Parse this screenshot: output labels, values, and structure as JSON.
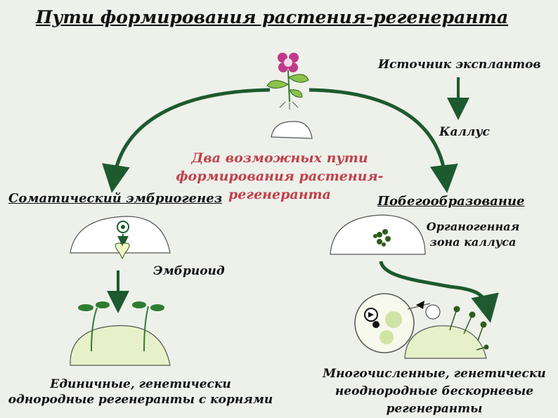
{
  "title": "Пути формирования  растения-регенеранта",
  "explant_source": "Источник эксплантов",
  "callus": "Каллус",
  "center_note": "Два возможных пути формирования растения-регенеранта",
  "left_path": "Соматический эмбриогенез",
  "right_path": "Побегообразование",
  "organogenic_zone": "Органогенная зона каллуса",
  "embryoid": "Эмбриоид",
  "left_caption": "Единичные, генетически однородные регенеранты с  корнями",
  "right_caption": "Многочисленные, генетически неоднородные бескорневые регенеранты",
  "colors": {
    "arrow": "#1d5a2f",
    "accent_text": "#c0404a",
    "callus_fill": "#ffffff",
    "callus_green": "#b7d27a",
    "flower": "#c03a8a"
  }
}
